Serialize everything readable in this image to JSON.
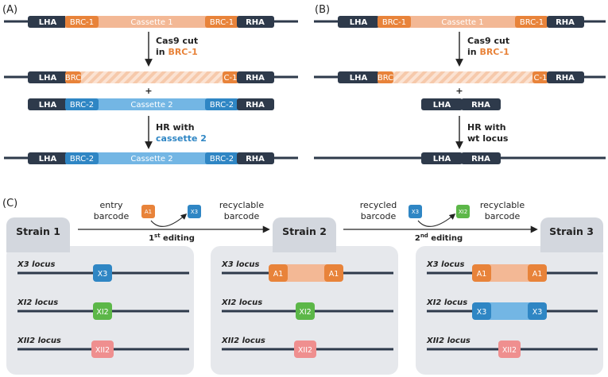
{
  "panels": {
    "a": "(A)",
    "b": "(B)",
    "c": "(C)"
  },
  "labels": {
    "lha": "LHA",
    "rha": "RHA",
    "brc1": "BRC-1",
    "brc2": "BRC-2",
    "cassette1": "Cassette 1",
    "cassette2": "Cassette 2",
    "brc1_trunc_left": "BRC",
    "brc1_trunc_right": "C-1",
    "plus": "+"
  },
  "steps": {
    "cas9_line1": "Cas9 cut",
    "cas9_line2_prefix": "in ",
    "cas9_line2_target": "BRC-1",
    "hr_a_line1": "HR with",
    "hr_a_line2": "cassette 2",
    "hr_b_line1": "HR with",
    "hr_b_line2": "wt locus"
  },
  "panel_c": {
    "entry_line1": "entry",
    "entry_line2": "barcode",
    "recyclable_line1": "recyclable",
    "recyclable_line2": "barcode",
    "recycled_line1": "recycled",
    "recycled_line2": "barcode",
    "editing1_num": "1",
    "editing1_sup": "st",
    "editing1_word": " editing",
    "editing2_num": "2",
    "editing2_sup": "nd",
    "editing2_word": " editing",
    "strains": [
      "Strain 1",
      "Strain 2",
      "Strain 3"
    ],
    "loci": [
      "X3 locus",
      "XI2 locus",
      "XII2 locus"
    ],
    "barcodes": {
      "a1": "A1",
      "x3": "X3",
      "xi2": "XI2",
      "xii2": "XII2"
    }
  },
  "colors": {
    "dark": "#2e3a4b",
    "orange": "#e8833a",
    "orange_light": "#f3b895",
    "blue": "#2f86c4",
    "blue_light": "#73b6e4",
    "green": "#5cb748",
    "pink": "#ef8f8f",
    "panel_bg": "#e6e8ec",
    "tab_bg": "#d3d7de"
  }
}
